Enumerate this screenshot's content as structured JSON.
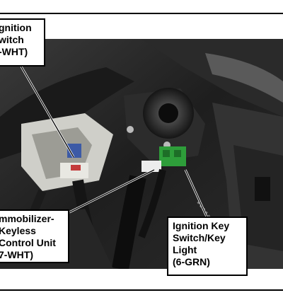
{
  "callouts": {
    "ignition_switch": "gnition\nwitch\n-WHT)",
    "immobilizer": "mmobilizer-\nKeyless\nControl Unit\n7-WHT)",
    "key_light": "Ignition Key\nSwitch/Key\nLight\n(6-GRN)"
  }
}
